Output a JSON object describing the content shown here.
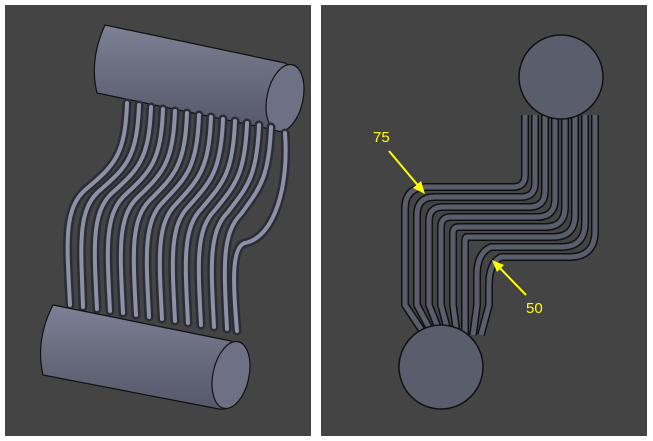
{
  "left_view": {},
  "right_view": {
    "callouts": [
      {
        "label": "75",
        "target": "outer-bend"
      },
      {
        "label": "50",
        "target": "inner-bend"
      }
    ],
    "callout_color": "#FFFF00"
  },
  "colors": {
    "background": "#444444",
    "part_fill": "#5a5d6c",
    "outline": "#111111"
  }
}
